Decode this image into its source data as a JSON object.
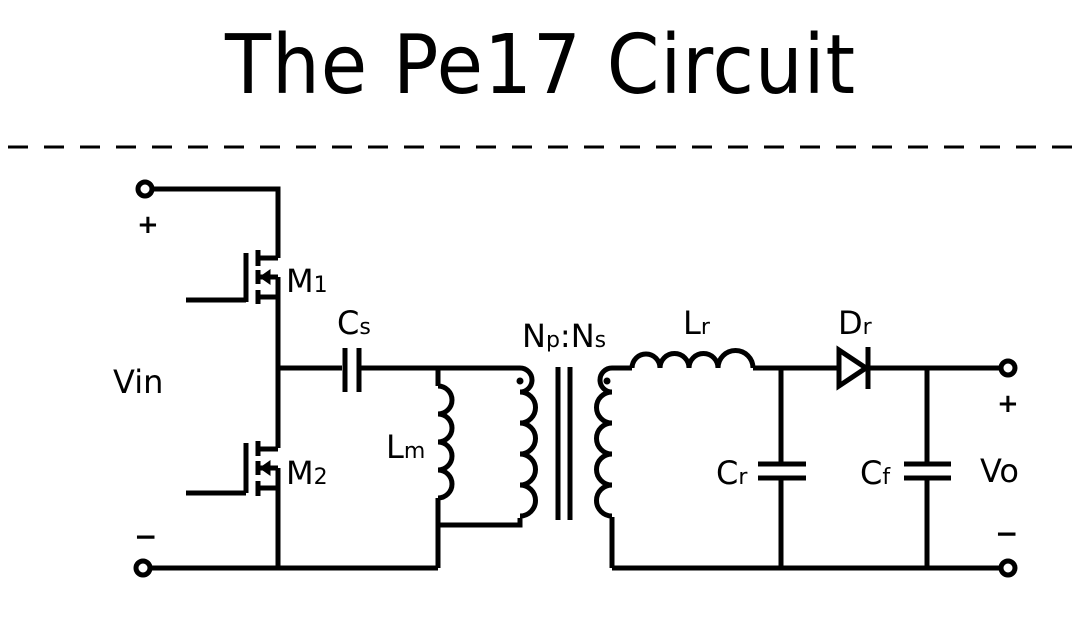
{
  "title": "The Pe17 Circuit",
  "labels": {
    "input_plus": "+",
    "input_minus": "−",
    "vin": "Vin",
    "m1_main": "M",
    "m1_sub": "1",
    "m2_main": "M",
    "m2_sub": "2",
    "cs_main": "C",
    "cs_sub": "s",
    "lm_main": "L",
    "lm_sub": "m",
    "np": "N",
    "np_sub": "p",
    "colon": ":",
    "ns": "N",
    "ns_sub": "s",
    "lr_main": "L",
    "lr_sub": "r",
    "dr_main": "D",
    "dr_sub": "r",
    "cr_main": "C",
    "cr_sub": "r",
    "cf_main": "C",
    "cf_sub": "f",
    "vo": "Vo",
    "output_plus": "+",
    "output_minus": "−"
  },
  "components": [
    {
      "id": "M1",
      "type": "mosfet"
    },
    {
      "id": "M2",
      "type": "mosfet"
    },
    {
      "id": "Cs",
      "type": "capacitor"
    },
    {
      "id": "Lm",
      "type": "inductor"
    },
    {
      "id": "T1",
      "type": "transformer",
      "ratio": "Np:Ns"
    },
    {
      "id": "Lr",
      "type": "inductor"
    },
    {
      "id": "Dr",
      "type": "diode"
    },
    {
      "id": "Cr",
      "type": "capacitor"
    },
    {
      "id": "Cf",
      "type": "capacitor"
    }
  ],
  "colors": {
    "ink": "#000000",
    "background": "#ffffff"
  }
}
